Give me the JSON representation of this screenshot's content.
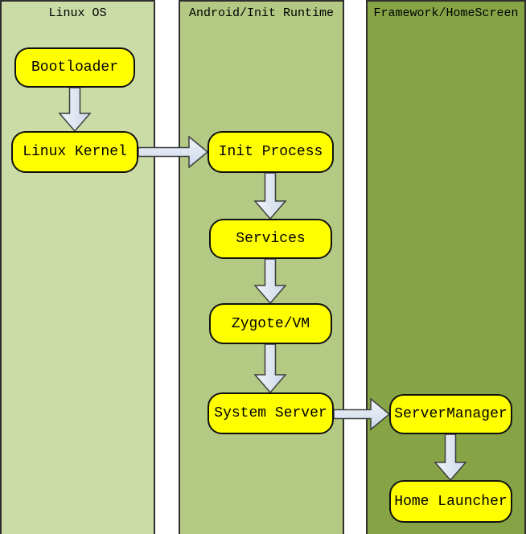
{
  "diagram": {
    "type": "swimlane-flowchart",
    "subject": "Android boot sequence"
  },
  "colors": {
    "lane_linux_os_bg": "#cbdca7",
    "lane_android_init_bg": "#b4c983",
    "lane_framework_bg": "#86a446",
    "lane_border": "#2f2f2f",
    "node_fill": "#ffff00",
    "node_border": "#111111",
    "arrow_fill_light": "#f1f5fa",
    "arrow_fill_dark": "#ccd7e8",
    "arrow_stroke": "#3d3d3d",
    "gap_bg": "#ffffff",
    "text": "#000000"
  },
  "lanes": [
    {
      "id": "linux-os",
      "title": "Linux OS",
      "bg": "#cbdca7"
    },
    {
      "id": "android-init-runtime",
      "title": "Android/Init Runtime",
      "bg": "#b4c983"
    },
    {
      "id": "framework-homescreen",
      "title": "Framework/HomeScreen",
      "bg": "#86a446"
    }
  ],
  "nodes": [
    {
      "id": "bootloader",
      "label": "Bootloader",
      "lane": "Linux OS"
    },
    {
      "id": "linux-kernel",
      "label": "Linux Kernel",
      "lane": "Linux OS"
    },
    {
      "id": "init-process",
      "label": "Init Process",
      "lane": "Android/Init Runtime"
    },
    {
      "id": "services",
      "label": "Services",
      "lane": "Android/Init Runtime"
    },
    {
      "id": "zygote-vm",
      "label": "Zygote/VM",
      "lane": "Android/Init Runtime"
    },
    {
      "id": "system-server",
      "label": "System Server",
      "lane": "Android/Init Runtime"
    },
    {
      "id": "server-manager",
      "label": "ServerManager",
      "lane": "Framework/HomeScreen"
    },
    {
      "id": "home-launcher",
      "label": "Home Launcher",
      "lane": "Framework/HomeScreen"
    }
  ],
  "edges": [
    {
      "from": "Bootloader",
      "to": "Linux Kernel",
      "direction": "down"
    },
    {
      "from": "Linux Kernel",
      "to": "Init Process",
      "direction": "right"
    },
    {
      "from": "Init Process",
      "to": "Services",
      "direction": "down"
    },
    {
      "from": "Services",
      "to": "Zygote/VM",
      "direction": "down"
    },
    {
      "from": "Zygote/VM",
      "to": "System Server",
      "direction": "down"
    },
    {
      "from": "System Server",
      "to": "ServerManager",
      "direction": "right"
    },
    {
      "from": "ServerManager",
      "to": "Home Launcher",
      "direction": "down"
    }
  ]
}
